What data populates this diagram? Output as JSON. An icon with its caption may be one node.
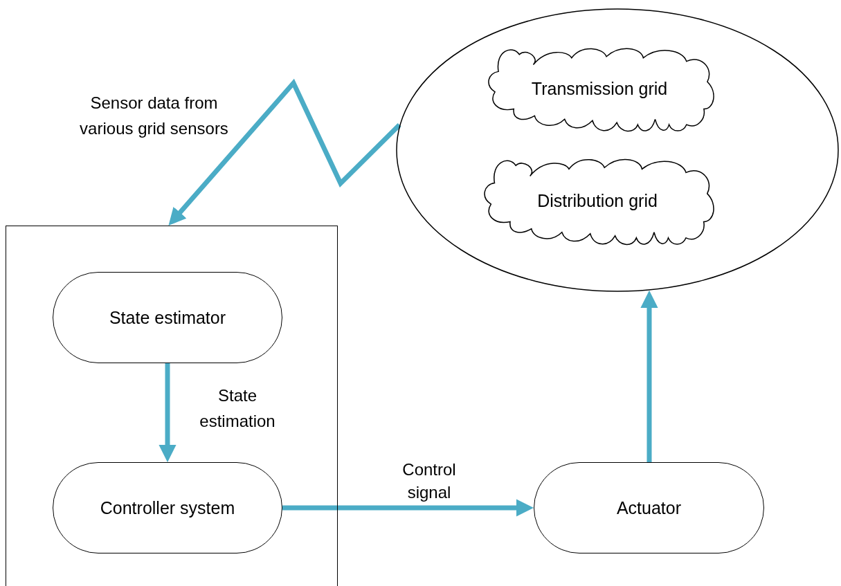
{
  "diagram": {
    "nodes": [
      {
        "text": [],
        "shape": "ellipse"
      },
      {
        "text": [
          "Transmission grid"
        ],
        "in": 0
      },
      {
        "text": [
          "Distribution grid"
        ],
        "in": 0
      },
      {
        "text": [],
        "shape": "box"
      },
      {
        "text": [
          "State estimator"
        ],
        "in": 3
      },
      {
        "text": [
          "Controller system"
        ],
        "in": 3
      },
      {
        "text": [
          "Actuator"
        ]
      }
    ],
    "edges": [
      {
        "from": 0,
        "to": 3,
        "arrow": "to",
        "label": "Sensor data from various grid sensors"
      },
      {
        "from": 4,
        "to": 5,
        "arrow": "to",
        "label": "State estimation"
      },
      {
        "from": 5,
        "to": 6,
        "arrow": "to",
        "label": "Control signal"
      },
      {
        "from": 6,
        "to": 0,
        "arrow": "to"
      }
    ]
  }
}
